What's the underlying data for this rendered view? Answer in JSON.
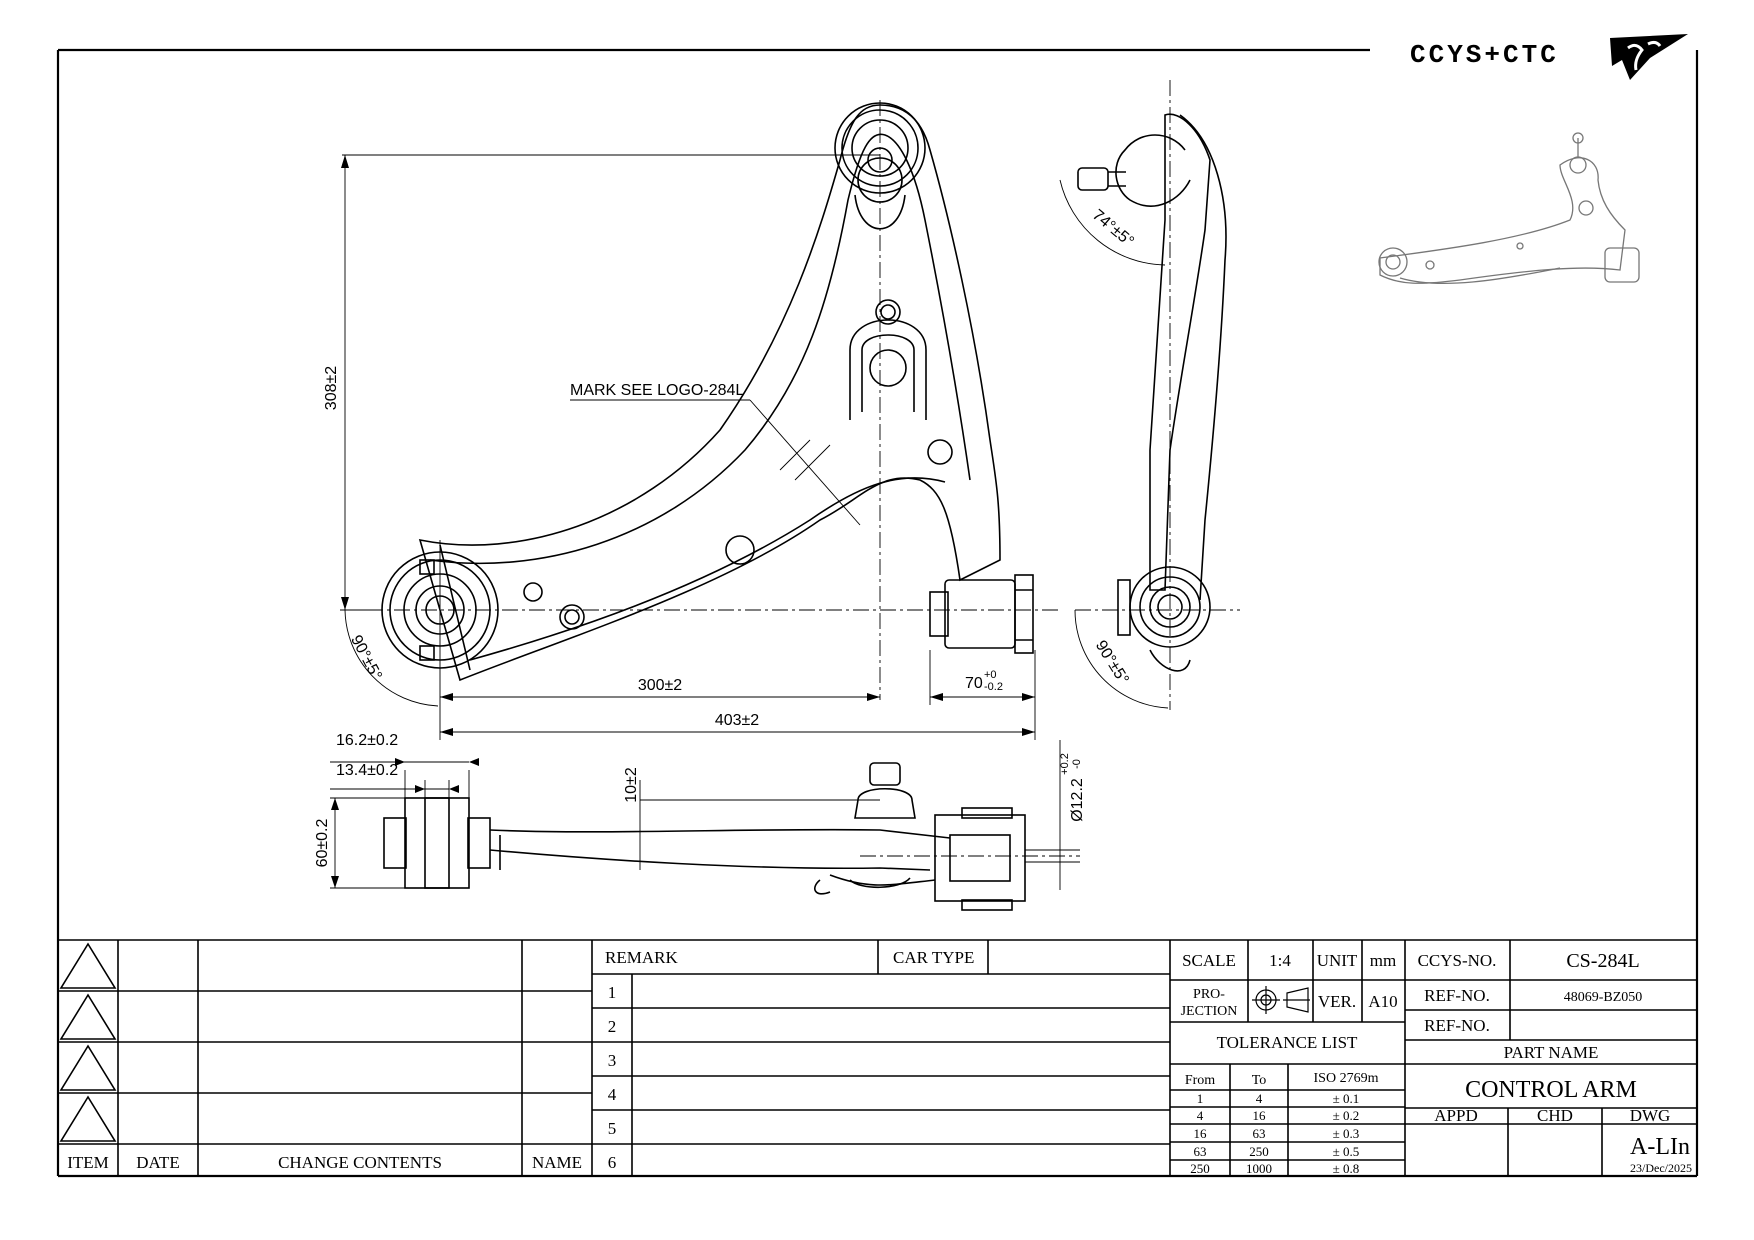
{
  "brand": {
    "logo_text": "CCYS+CTC"
  },
  "drawing": {
    "label_mark": "MARK SEE LOGO-284L",
    "dims": {
      "height_308": "308±2",
      "len_300": "300±2",
      "len_403": "403±2",
      "len_70": "70",
      "len_70_tol_upper": "+0",
      "len_70_tol_lower": "-0.2",
      "angle_left": "90°±5°",
      "angle_side_top": "74°±5°",
      "angle_side_bottom": "90°±5°",
      "w_16_2": "16.2±0.2",
      "w_13_4": "13.4±0.2",
      "h_60": "60±0.2",
      "h_10": "10±2",
      "dia_12_2": "Ø12.2",
      "dia_tol_upper": "+0.2",
      "dia_tol_lower": "-0"
    }
  },
  "revision_table": {
    "headers": {
      "item": "ITEM",
      "date": "DATE",
      "change": "CHANGE CONTENTS",
      "name": "NAME"
    }
  },
  "remark_table": {
    "remark_label": "REMARK",
    "car_type_label": "CAR TYPE",
    "rows": [
      "1",
      "2",
      "3",
      "4",
      "5",
      "6"
    ]
  },
  "spec": {
    "scale_label": "SCALE",
    "scale_value": "1:4",
    "unit_label": "UNIT",
    "unit_value": "mm",
    "projection_label_1": "PRO-",
    "projection_label_2": "JECTION",
    "ver_label": "VER.",
    "ver_value": "A10",
    "tolerance_title": "TOLERANCE LIST",
    "tol_headers": [
      "From",
      "To",
      "ISO 2769m"
    ],
    "tol_rows": [
      [
        "1",
        "4",
        "± 0.1"
      ],
      [
        "4",
        "16",
        "± 0.2"
      ],
      [
        "16",
        "63",
        "± 0.3"
      ],
      [
        "63",
        "250",
        "± 0.5"
      ],
      [
        "250",
        "1000",
        "± 0.8"
      ]
    ]
  },
  "title_block": {
    "ccys_no_label": "CCYS-NO.",
    "ccys_no_value": "CS-284L",
    "ref_no_label": "REF-NO.",
    "ref_no_value": "48069-BZ050",
    "ref_no2_label": "REF-NO.",
    "ref_no2_value": "",
    "part_name_label": "PART NAME",
    "part_name_value": "CONTROL ARM",
    "appd_label": "APPD",
    "chd_label": "CHD",
    "dwg_label": "DWG",
    "dwg_value": "A-LIn",
    "date_value": "23/Dec/2025"
  }
}
